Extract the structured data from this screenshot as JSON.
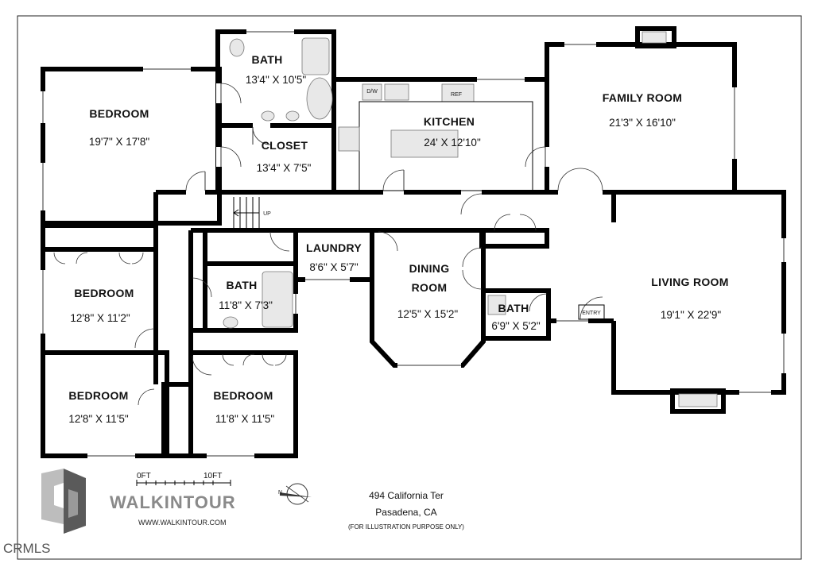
{
  "rooms": [
    {
      "id": "bedroom-master",
      "name": "BEDROOM",
      "dim": "19'7\" X 17'8\""
    },
    {
      "id": "bath-master",
      "name": "BATH",
      "dim": "13'4\" X 10'5\""
    },
    {
      "id": "closet",
      "name": "CLOSET",
      "dim": "13'4\" X 7'5\""
    },
    {
      "id": "kitchen",
      "name": "KITCHEN",
      "dim": "24' X 12'10\""
    },
    {
      "id": "family-room",
      "name": "FAMILY ROOM",
      "dim": "21'3\" X 16'10\""
    },
    {
      "id": "laundry",
      "name": "LAUNDRY",
      "dim": "8'6\" X 5'7\""
    },
    {
      "id": "dining-room",
      "name": "DINING",
      "name2": "ROOM",
      "dim": "12'5\" X 15'2\""
    },
    {
      "id": "living-room",
      "name": "LIVING ROOM",
      "dim": "19'1\" X 22'9\""
    },
    {
      "id": "bedroom-2",
      "name": "BEDROOM",
      "dim": "12'8\" X 11'2\""
    },
    {
      "id": "bath-hall",
      "name": "BATH",
      "dim": "11'8\" X 7'3\""
    },
    {
      "id": "bath-small",
      "name": "BATH",
      "dim": "6'9\" X 5'2\""
    },
    {
      "id": "bedroom-3",
      "name": "BEDROOM",
      "dim": "12'8\" X 11'5\""
    },
    {
      "id": "bedroom-4",
      "name": "BEDROOM",
      "dim": "11'8\" X 11'5\""
    }
  ],
  "labels": {
    "dw": "D/W",
    "ref": "REF",
    "up": "UP",
    "entry": "ENTRY"
  },
  "scale": {
    "start": "0FT",
    "end": "10FT"
  },
  "brand": {
    "name": "WALKINTOUR",
    "url": "WWW.WALKINTOUR.COM"
  },
  "address": {
    "line1": "494 California Ter",
    "line2": "Pasadena, CA",
    "note": "(FOR ILLUSTRATION PURPOSE ONLY)"
  },
  "compass": {
    "label": "N"
  },
  "mls": "CRMLS"
}
